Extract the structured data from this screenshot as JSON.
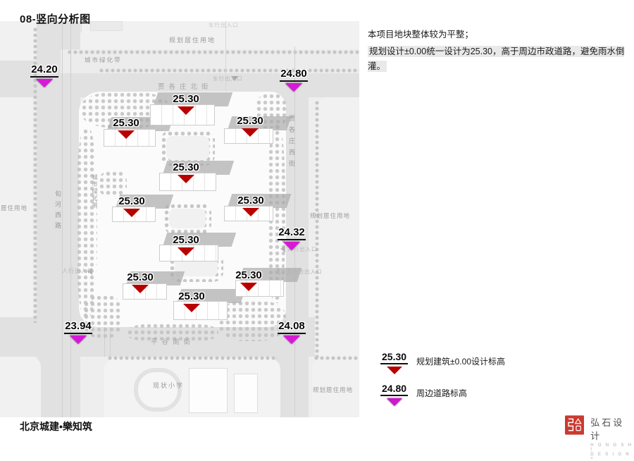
{
  "header": {
    "title": "08-竖向分析图"
  },
  "notes": {
    "line1": "本项目地块整体较为平整；",
    "line2": "规划设计±0.00统一设计为25.30，高于周边市政道路，避免雨水倒灌。"
  },
  "legend": {
    "items": [
      {
        "value": "25.30",
        "label": "规划建筑±0.00设计标高",
        "color": "#b80000"
      },
      {
        "value": "24.80",
        "label": "周边道路标高",
        "color": "#cd18cd"
      }
    ]
  },
  "map": {
    "area_labels": [
      {
        "text": "规划居住用地"
      },
      {
        "text": "城市绿化带"
      },
      {
        "text": "贾各庄北街"
      },
      {
        "text": "车行出入口"
      },
      {
        "text": "车行出入口"
      },
      {
        "text": "贾各庄西街"
      },
      {
        "text": "规划居住用地"
      },
      {
        "text": "人行出入口"
      },
      {
        "text": "紧急消防出入口"
      },
      {
        "text": "人行出入口"
      },
      {
        "text": "旬河西路"
      },
      {
        "text": "居住用地"
      },
      {
        "text": "城市绿化带"
      },
      {
        "text": "平谷南街"
      },
      {
        "text": "现状小学"
      },
      {
        "text": "规划居住用地"
      }
    ],
    "building_markers": [
      {
        "value": "25.30"
      },
      {
        "value": "25.30"
      },
      {
        "value": "25.30"
      },
      {
        "value": "25.30"
      },
      {
        "value": "25.30"
      },
      {
        "value": "25.30"
      },
      {
        "value": "25.30"
      },
      {
        "value": "25.30"
      },
      {
        "value": "25.30"
      },
      {
        "value": "25.30"
      }
    ],
    "road_markers": [
      {
        "value": "24.20"
      },
      {
        "value": "24.80"
      },
      {
        "value": "24.32"
      },
      {
        "value": "23.94"
      },
      {
        "value": "24.08"
      }
    ]
  },
  "footer": {
    "brand": "北京城建•樂知筑"
  },
  "logo": {
    "cn": "弘石设计",
    "en_line1": "H O N G S H I",
    "en_line2": "D E S I G N +"
  }
}
